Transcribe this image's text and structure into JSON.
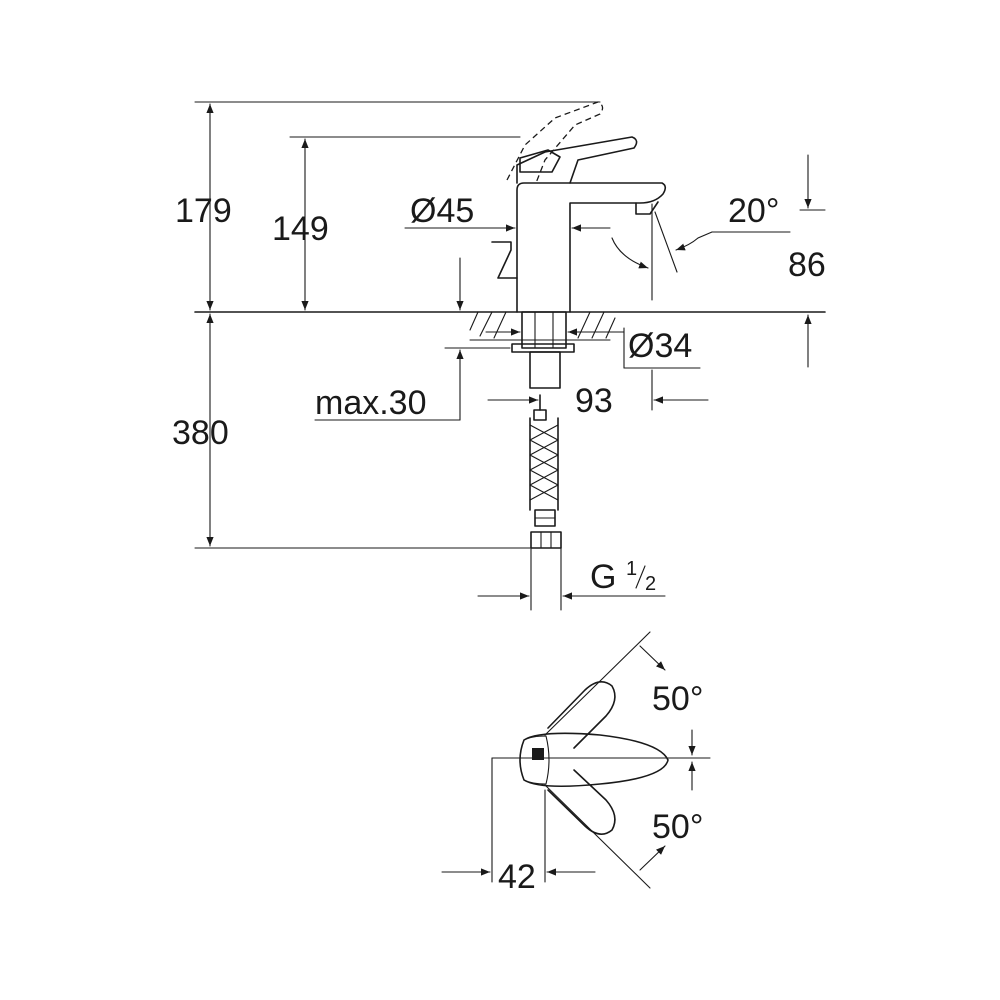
{
  "side_view": {
    "dim_total_height": "179",
    "dim_spout_height": "149",
    "dim_body_diameter": "Ø45",
    "dim_spout_angle": "20°",
    "dim_spout_outlet_height": "86",
    "dim_hole_diameter": "Ø34",
    "dim_counter_thickness": "max.30",
    "dim_projection": "93",
    "dim_hose_length": "380",
    "dim_thread_main": "G",
    "dim_thread_num": "1",
    "dim_thread_den": "2"
  },
  "top_view": {
    "dim_angle_top": "50°",
    "dim_angle_bottom": "50°",
    "dim_lever_offset": "42"
  },
  "icons": {
    "arrowhead": "arrowhead-icon"
  }
}
